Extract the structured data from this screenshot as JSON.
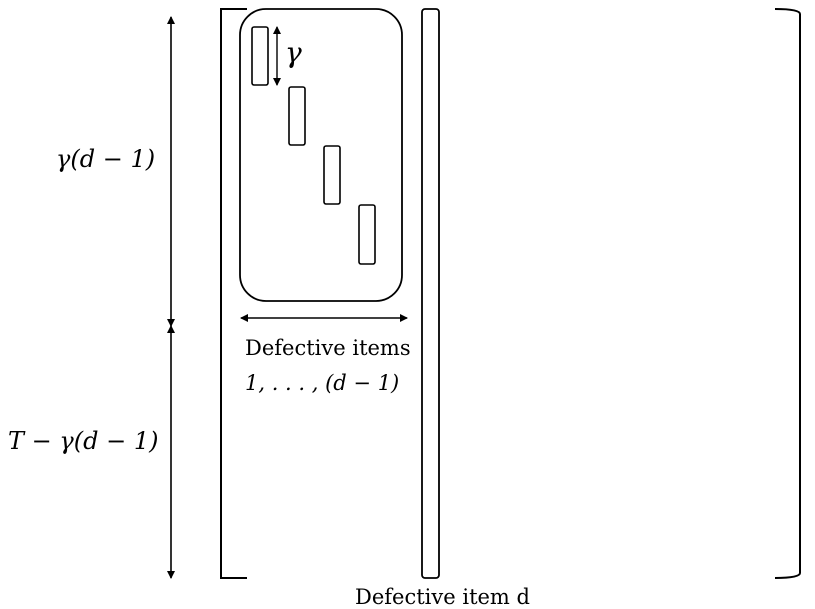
{
  "labels": {
    "gamma": "γ",
    "left_upper_span": "γ(d − 1)",
    "left_lower_span": "T − γ(d − 1)",
    "items_label_line1": "Defective items",
    "items_label_line2": "1, . . . , (d − 1)",
    "bottom_label": "Defective item d"
  },
  "colors": {
    "stroke": "#000000",
    "background": "#ffffff"
  }
}
